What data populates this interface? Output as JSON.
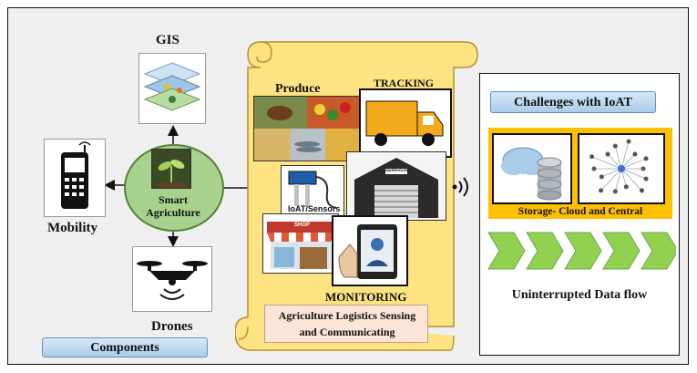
{
  "components": {
    "gis_label": "GIS",
    "center_label_line1": "Smart",
    "center_label_line2": "Agriculture",
    "mobility_label": "Mobility",
    "drones_label": "Drones",
    "components_banner": "Components"
  },
  "scroll": {
    "produce_label": "Produce",
    "tracking_label": "TRACKING",
    "warehouse_sign": "WAREHOUSE",
    "sensors_label": "IoAT/Sensors",
    "shop_sign": "SHOP",
    "monitoring_label": "MONITORING",
    "caption_line1": "Agriculture Logistics Sensing",
    "caption_line2": "and Communicating"
  },
  "right_panel": {
    "challenges_banner": "Challenges with IoAT",
    "storage_label": "Storage- Cloud and Central",
    "dataflow_label": "Uninterrupted Data flow",
    "chevron_count": 5
  },
  "colors": {
    "scroll_fill": "#fde381",
    "scroll_edge": "#b8902e",
    "circle_fill": "#a9d18e",
    "circle_edge": "#548235",
    "storage_bg": "#ffc000",
    "chevron": "#92d050",
    "banner_blue": "#bdd7ee",
    "caption_bg": "#fbe5d6"
  },
  "icons": [
    "gis-layers-icon",
    "plant-icon",
    "mobile-phone-icon",
    "drone-icon",
    "wireless-signal-icon",
    "cloud-database-icon",
    "network-icon",
    "truck-icon",
    "warehouse-icon",
    "shop-icon",
    "tablet-icon",
    "sensor-icon"
  ]
}
